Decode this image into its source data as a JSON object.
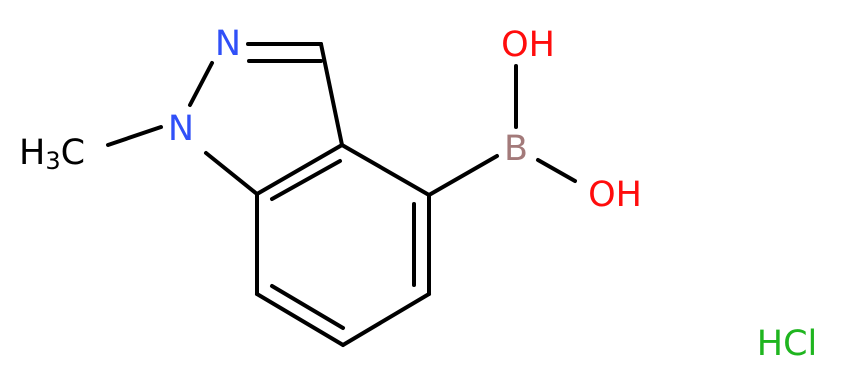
{
  "molecule": {
    "atoms": {
      "n2": {
        "label": "N",
        "color": "#3050F8"
      },
      "n1": {
        "label": "N",
        "color": "#3050F8"
      },
      "methyl": {
        "label": "H",
        "subscript": "3",
        "suffix": "C",
        "color": "#000000"
      },
      "boron": {
        "label": "B",
        "color": "#A37A7A"
      },
      "oh_top": {
        "label": "OH",
        "color": "#FF0D0D"
      },
      "oh_bottom": {
        "label": "OH",
        "color": "#FF0D0D"
      }
    },
    "salt": {
      "label": "HCl",
      "color": "#1FB51F"
    },
    "bond_color": "#000000"
  }
}
